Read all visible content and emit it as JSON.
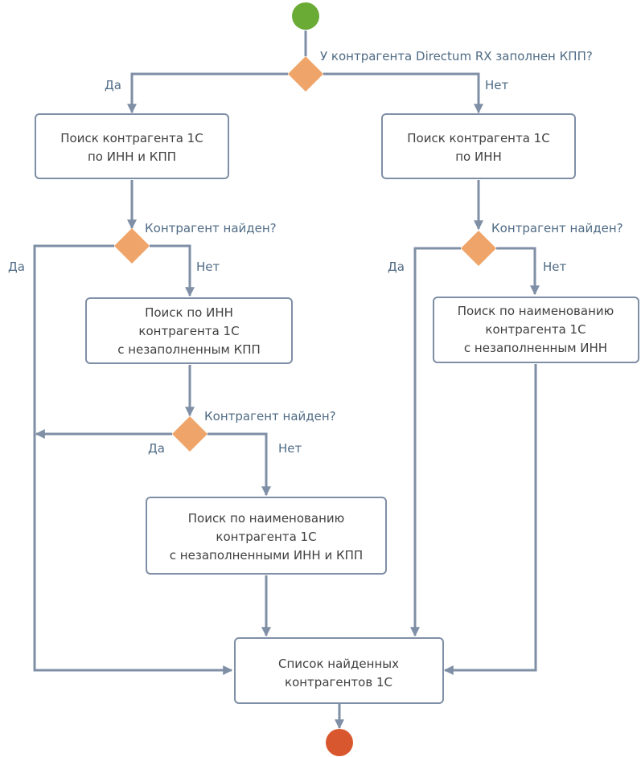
{
  "colors": {
    "start": "#6aab35",
    "end": "#d9572e",
    "decision": "#efa56a",
    "line": "#7f8fa6",
    "label": "#4f6b85"
  },
  "decisions": {
    "q_kpp": "У контрагента Directum RX заполнен КПП?",
    "found_left_1": "Контрагент найден?",
    "found_left_2": "Контрагент найден?",
    "found_right_1": "Контрагент найден?"
  },
  "edge_labels": {
    "yes_top": "Да",
    "no_top": "Нет",
    "yes_left_1": "Да",
    "no_left_1": "Нет",
    "yes_left_2": "Да",
    "no_left_2": "Нет",
    "yes_right_1": "Да",
    "no_right_1": "Нет"
  },
  "boxes": {
    "search_inn_kpp": [
      "Поиск контрагента 1С",
      "по ИНН и КПП"
    ],
    "search_inn": [
      "Поиск контрагента 1С",
      "по ИНН"
    ],
    "search_inn_empty_kpp": [
      "Поиск по ИНН",
      "контрагента 1С",
      "с незаполненным КПП"
    ],
    "search_name_empty_inn": [
      "Поиск по наименованию",
      "контрагента 1С",
      "с незаполненным ИНН"
    ],
    "search_name_empty_inn_kpp": [
      "Поиск по наименованию",
      "контрагента 1С",
      "с незаполненными ИНН и КПП"
    ],
    "result_list": [
      "Список найденных",
      "контрагентов 1С"
    ]
  }
}
